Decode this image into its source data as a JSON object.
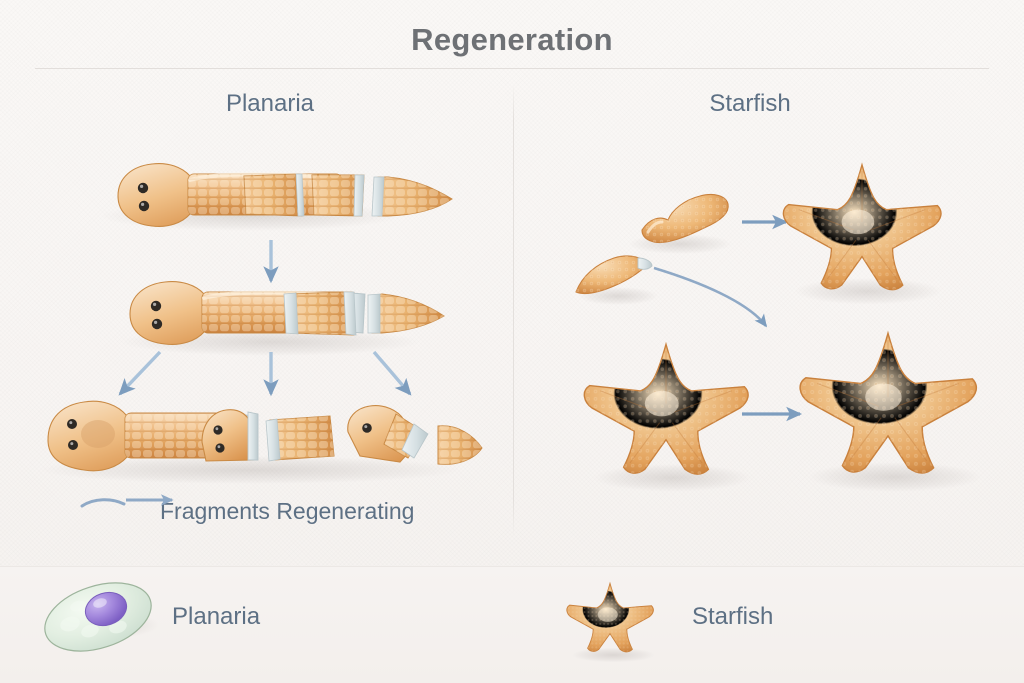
{
  "page": {
    "title": "Regeneration",
    "background_color": "#f7f4f2",
    "title_color": "#6e7175",
    "heading_color": "#5d7084",
    "arrow_color": "#7d9dbe",
    "organism_color": "#e8a martyr"
  },
  "panels": [
    {
      "id": "planaria",
      "heading": "Planaria",
      "caption": "Fragments Regenerating"
    },
    {
      "id": "starfish",
      "heading": "Starfish",
      "caption": ""
    }
  ],
  "legend": [
    {
      "label": "Planaria",
      "icon": "planaria-cell-icon"
    },
    {
      "label": "Starfish",
      "icon": "starfish-icon"
    }
  ],
  "colors": {
    "arrow": "#7d9dbe",
    "body_light": "#f6d3a8",
    "body_mid": "#e8a862",
    "body_dark": "#cf8440",
    "cut_face": "#d9e2e4",
    "eye": "#2e2a26",
    "cell_body": "#e6f0e4",
    "cell_nucleus": "#9b7fd4",
    "divider": "#e4e0dd"
  }
}
